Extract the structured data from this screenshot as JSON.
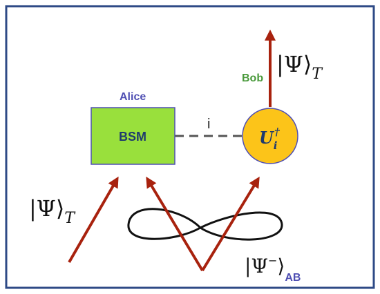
{
  "alice_label": "Alice",
  "bsm_label": "BSM",
  "bob_label": "Bob",
  "channel_label": "i",
  "unitary": {
    "base": "U",
    "sup": "†",
    "sub": "i"
  },
  "state_input": {
    "ket_open": "|",
    "psi": "Ψ",
    "ket_close": "⟩",
    "sub": "T"
  },
  "state_output": {
    "ket_open": "|",
    "psi": "Ψ",
    "ket_close": "⟩",
    "sub": "T"
  },
  "entangled_state": {
    "ket_open": "|",
    "psi": "Ψ",
    "sup": "−",
    "ket_close": "⟩",
    "sub": "AB"
  },
  "colors": {
    "frame": "#2e4a86",
    "arrow": "#a8220e",
    "alice_text": "#4f4fb3",
    "bob_text": "#4a9a3c",
    "bsm_fill": "#99e03c",
    "bsm_text": "#1f3a6e",
    "unitary_fill": "#fcc419",
    "unitary_stroke": "#4f4fb3",
    "dash": "#555555",
    "loop": "#111111"
  }
}
